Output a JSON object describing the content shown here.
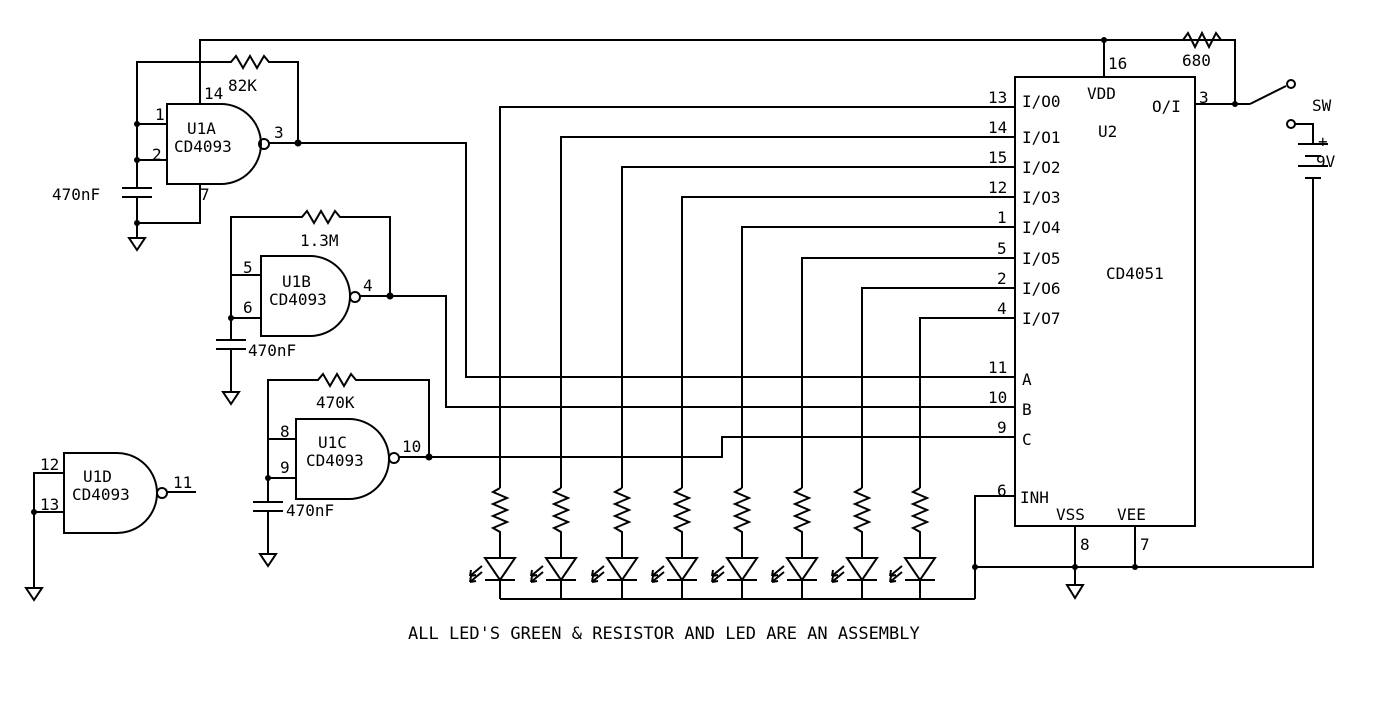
{
  "u1a": {
    "name": "U1A",
    "part": "CD4093",
    "pins": [
      "1",
      "2",
      "14",
      "7",
      "3"
    ]
  },
  "u1b": {
    "name": "U1B",
    "part": "CD4093",
    "pins": [
      "5",
      "6",
      "4"
    ]
  },
  "u1c": {
    "name": "U1C",
    "part": "CD4093",
    "pins": [
      "8",
      "9",
      "10"
    ]
  },
  "u1d": {
    "name": "U1D",
    "part": "CD4093",
    "pins": [
      "12",
      "13",
      "11"
    ]
  },
  "r_82k": "82K",
  "r_13m": "1.3M",
  "r_470k": "470K",
  "r_680": "680",
  "caps": [
    "470nF",
    "470nF",
    "470nF"
  ],
  "u2": {
    "ref": "U2",
    "part": "CD4051",
    "vdd": "VDD",
    "vdd_pin": "16",
    "oi": "O/I",
    "oi_pin": "3",
    "io": [
      {
        "label": "I/O0",
        "pin": "13"
      },
      {
        "label": "I/O1",
        "pin": "14"
      },
      {
        "label": "I/O2",
        "pin": "15"
      },
      {
        "label": "I/O3",
        "pin": "12"
      },
      {
        "label": "I/O4",
        "pin": "1"
      },
      {
        "label": "I/O5",
        "pin": "5"
      },
      {
        "label": "I/O6",
        "pin": "2"
      },
      {
        "label": "I/O7",
        "pin": "4"
      }
    ],
    "sel": [
      {
        "label": "A",
        "pin": "11"
      },
      {
        "label": "B",
        "pin": "10"
      },
      {
        "label": "C",
        "pin": "9"
      }
    ],
    "inh": "INH",
    "inh_pin": "6",
    "vss": "VSS",
    "vss_pin": "8",
    "vee": "VEE",
    "vee_pin": "7"
  },
  "switch_label": "SW",
  "battery_plus": "+",
  "battery_label": "9V",
  "note": "ALL LED'S GREEN & RESISTOR AND LED ARE AN ASSEMBLY"
}
